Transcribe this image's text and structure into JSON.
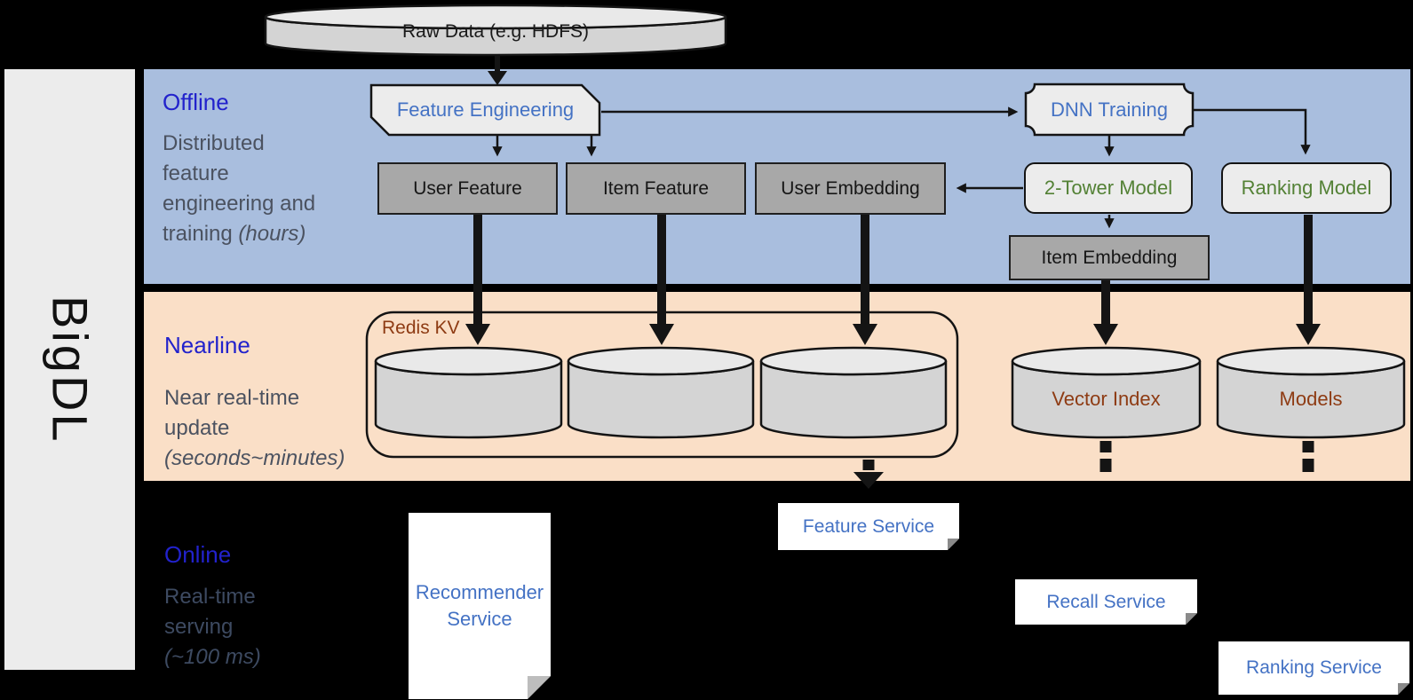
{
  "colors": {
    "band_blue": "#a9bede",
    "band_peach": "#fadfc7",
    "sidebar_gray": "#ececec",
    "label_blue": "#2222cc",
    "text_blue": "#4472c4",
    "text_green": "#538135",
    "text_brown": "#8e3b13",
    "desc_gray": "#4b5260",
    "desc_dark": "#3d4a61",
    "box_gray": "#a8a8a8",
    "box_light": "#ececec",
    "cyl_body": "#d4d4d4",
    "cyl_top": "#e9e9e9",
    "stroke": "#141414",
    "box_white": "#ffffff"
  },
  "sidebar": {
    "brand": "BigDL"
  },
  "raw_data": {
    "label": "Raw Data (e.g. HDFS)"
  },
  "sections": {
    "offline": {
      "label": "Offline",
      "description": "Distributed feature engineering and training",
      "note": "(hours)"
    },
    "nearline": {
      "label": "Nearline",
      "description": "Near real-time update",
      "note": "(seconds~minutes)"
    },
    "online": {
      "label": "Online",
      "description": "Real-time serving",
      "note": "(~100 ms)"
    }
  },
  "offline": {
    "feature_engineering": "Feature Engineering",
    "dnn_training": "DNN Training",
    "user_feature": "User Feature",
    "item_feature": "Item Feature",
    "user_embedding": "User Embedding",
    "two_tower_model": "2-Tower Model",
    "ranking_model": "Ranking Model",
    "item_embedding": "Item Embedding"
  },
  "nearline": {
    "redis_kv": "Redis KV",
    "vector_index": "Vector Index",
    "models": "Models"
  },
  "online": {
    "recommender_service": "Recommender Service",
    "feature_service": "Feature Service",
    "recall_service": "Recall Service",
    "ranking_service": "Ranking Service"
  }
}
